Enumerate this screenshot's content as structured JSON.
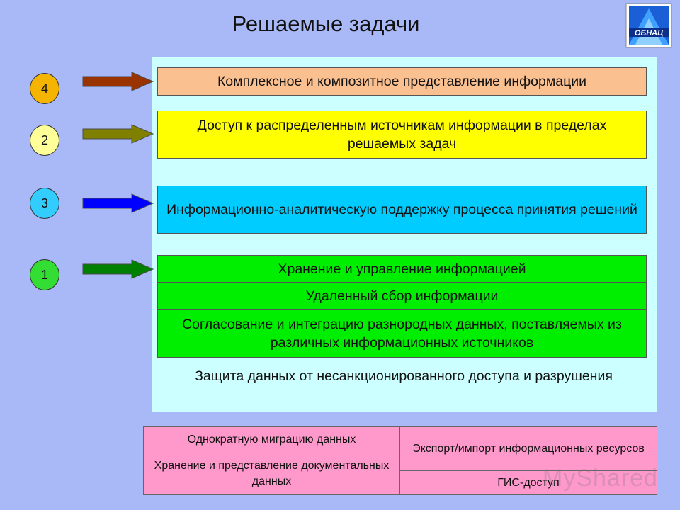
{
  "title": "Решаемые задачи",
  "logo_text": "ОБНАЦ",
  "colors": {
    "background": "#a9b9f7",
    "panel": "#ccffff",
    "orange": "#fac090",
    "yellow": "#ffff00",
    "blue": "#00ccff",
    "green": "#00ee00",
    "pink": "#ff99cc",
    "arrow_4": "#993300",
    "arrow_2": "#808000",
    "arrow_3": "#0000ff",
    "arrow_1": "#008000",
    "circle_4": "#f4b400",
    "circle_2": "#ffff99",
    "circle_3": "#33ccff",
    "circle_1": "#33dd33"
  },
  "levels": [
    {
      "number": "4",
      "text": "Комплексное и композитное представление информации"
    },
    {
      "number": "2",
      "text": "Доступ к распределенным источникам информации в пределах решаемых задач"
    },
    {
      "number": "3",
      "text": "Информационно-аналитическую поддержку процесса принятия решений"
    },
    {
      "number": "1",
      "items": [
        "Хранение и управление информацией",
        "Удаленный сбор информации",
        "Согласование и интеграцию разнородных данных, поставляемых из различных информационных источников"
      ]
    }
  ],
  "protection_text": "Защита данных от несанкционированного доступа и разрушения",
  "bottom": {
    "migration": "Однократную миграцию данных",
    "documents": "Хранение и представление документальных данных",
    "export": "Экспорт/импорт информационных ресурсов",
    "gis": "ГИС-доступ"
  },
  "watermark": "MyShared"
}
